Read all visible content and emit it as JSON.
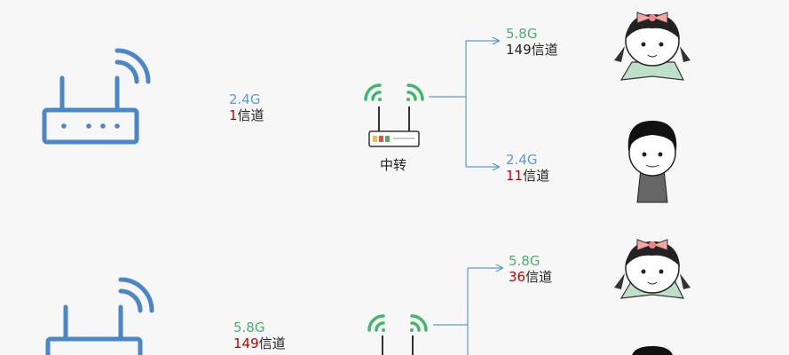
{
  "colors": {
    "router_blue": "#4a86c8",
    "wifi_green": "#3fb86b",
    "line_blue": "#5b9bd5",
    "channel_red": "#c00000"
  },
  "section_top": {
    "router_label": {
      "band": "2.4G",
      "channel_num": "1",
      "channel_suffix": "信道"
    },
    "relay_label": "中转",
    "branch_upper": {
      "band": "5.8G",
      "channel_num": "149",
      "channel_suffix": "信道"
    },
    "branch_lower": {
      "band": "2.4G",
      "channel_num": "11",
      "channel_suffix": "信道"
    }
  },
  "section_bottom": {
    "router_label": {
      "band": "5.8G",
      "channel_num": "149",
      "channel_suffix": "信道"
    },
    "branch_upper": {
      "band": "5.8G",
      "channel_num": "36",
      "channel_suffix": "信道"
    }
  },
  "icons": [
    "router-icon",
    "wifi-icon",
    "relay-router-icon",
    "girl-meme-icon",
    "boy-meme-icon"
  ]
}
